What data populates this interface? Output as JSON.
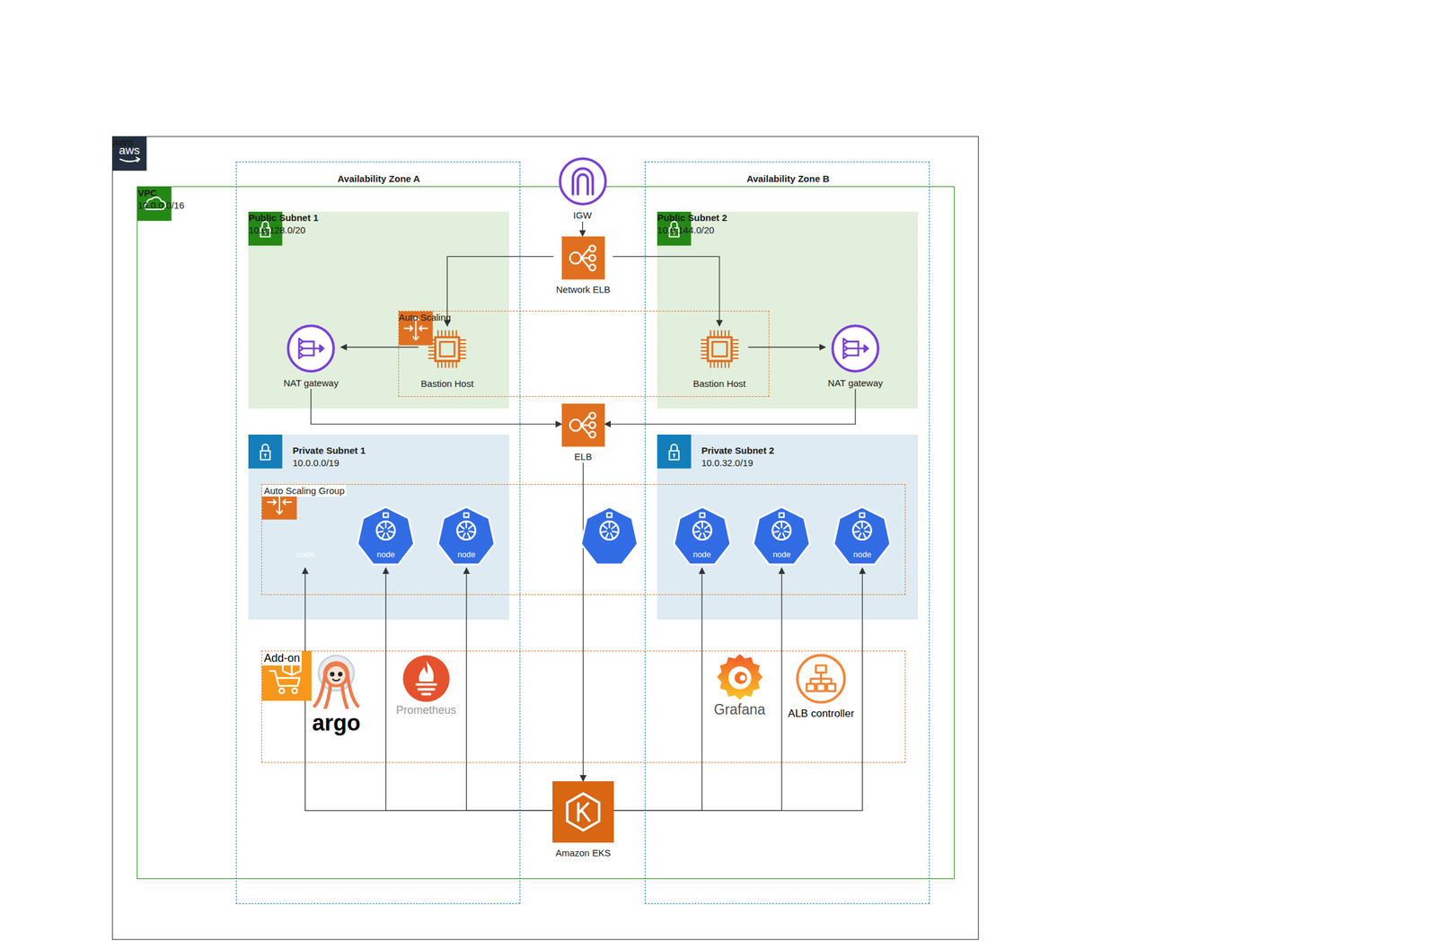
{
  "diagram": {
    "nodes": [
      {
        "text": [
          "AWS"
        ]
      },
      {
        "text": [
          "Availability Zone A"
        ],
        "in": 0
      },
      {
        "text": [
          "Availability Zone B"
        ],
        "in": 0
      },
      {
        "text": [
          "VPC",
          "10.0.0.0/16"
        ],
        "in": 0
      },
      {
        "text": [
          "Public Subnet 1",
          "10.0.128.0/20"
        ],
        "in": 3
      },
      {
        "text": [
          "Public Subnet 2",
          "10.0.144.0/20"
        ],
        "in": 3
      },
      {
        "text": [
          "Private Subnet 1",
          "10.0.0.0/19"
        ],
        "in": 3
      },
      {
        "text": [
          "Private Subnet 2",
          "10.0.32.0/19"
        ],
        "in": 3
      },
      {
        "text": [
          "IGW"
        ],
        "in": 0
      },
      {
        "text": [
          "Network ELB"
        ],
        "in": 3
      },
      {
        "text": [
          "Auto Scaling"
        ],
        "in": 3
      },
      {
        "text": [
          "NAT gateway"
        ],
        "in": 4
      },
      {
        "text": [
          "Bastion Host"
        ],
        "in": 10
      },
      {
        "text": [
          "Bastion Host"
        ],
        "in": 10
      },
      {
        "text": [
          "NAT gateway"
        ],
        "in": 5
      },
      {
        "text": [
          "ELB"
        ],
        "in": 3
      },
      {
        "text": [
          "Auto Scaling Group"
        ],
        "in": 3
      },
      {
        "text": [
          "node"
        ],
        "in": 16
      },
      {
        "text": [
          "node"
        ],
        "in": 16
      },
      {
        "text": [
          "node"
        ],
        "in": 16
      },
      {
        "text": [
          "node"
        ],
        "in": 16
      },
      {
        "text": [
          "node"
        ],
        "in": 16
      },
      {
        "text": [
          "node"
        ],
        "in": 16
      },
      {
        "text": [
          "Add-on"
        ],
        "in": 3
      },
      {
        "text": [
          "argo"
        ],
        "in": 23
      },
      {
        "text": [
          "Prometheus"
        ],
        "in": 23
      },
      {
        "text": [
          "Grafana"
        ],
        "in": 23
      },
      {
        "text": [
          "ALB controller"
        ],
        "in": 23
      },
      {
        "text": [
          "Amazon EKS"
        ],
        "in": 3
      }
    ],
    "edges": [
      {
        "from": 8,
        "to": 9,
        "arrow": "to"
      },
      {
        "from": 9,
        "to": 12,
        "arrow": "to"
      },
      {
        "from": 9,
        "to": 13,
        "arrow": "to"
      },
      {
        "from": 12,
        "to": 11,
        "arrow": "to"
      },
      {
        "from": 13,
        "to": 14,
        "arrow": "to"
      },
      {
        "from": 11,
        "to": 15,
        "arrow": "to"
      },
      {
        "from": 14,
        "to": 15,
        "arrow": "to"
      },
      {
        "from": 15,
        "to": 28,
        "arrow": "to"
      },
      {
        "from": 28,
        "to": 17,
        "arrow": "to"
      },
      {
        "from": 28,
        "to": 18,
        "arrow": "to"
      },
      {
        "from": 28,
        "to": 19,
        "arrow": "to"
      },
      {
        "from": 28,
        "to": 20,
        "arrow": "to"
      },
      {
        "from": 28,
        "to": 21,
        "arrow": "to"
      },
      {
        "from": 28,
        "to": 22,
        "arrow": "to"
      }
    ],
    "labels": [
      "aws"
    ]
  }
}
